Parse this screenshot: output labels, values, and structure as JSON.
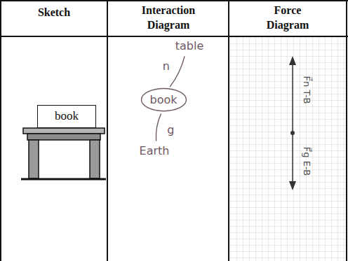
{
  "diagram": {
    "nodes": [
      {
        "text": [
          "book"
        ]
      },
      {
        "text": [
          "table"
        ]
      },
      {
        "text": [
          "book"
        ]
      },
      {
        "text": [
          "Earth"
        ]
      }
    ],
    "edges": [
      {
        "from": 2,
        "to": 1,
        "arrow": "none",
        "label": "n"
      },
      {
        "from": 2,
        "to": 3,
        "arrow": "none",
        "label": "g"
      }
    ],
    "labels": [
      "Sketch",
      "Interaction Diagram",
      "Force Diagram",
      "F⃗n T-B",
      "F⃗g E-B"
    ]
  }
}
